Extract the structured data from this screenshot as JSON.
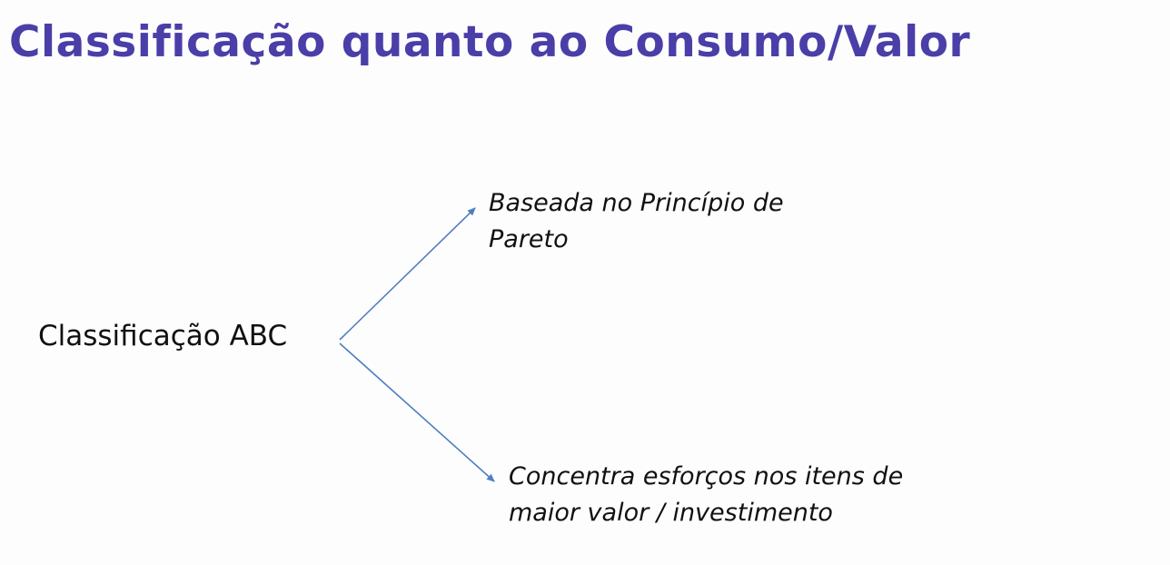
{
  "slide": {
    "title": "Classificação quanto ao Consumo/Valor",
    "title_color": "#4a3ea8"
  },
  "diagram": {
    "root": "Classificação ABC",
    "branches": [
      {
        "lines": [
          "Baseada no Princípio de",
          "Pareto"
        ]
      },
      {
        "lines": [
          "Concentra esforços nos itens de",
          "maior valor / investimento"
        ]
      }
    ],
    "connector_color": "#4f7fbf",
    "connector_style": "arrow"
  }
}
